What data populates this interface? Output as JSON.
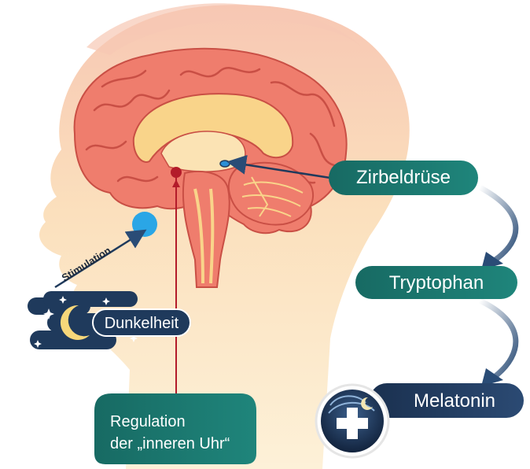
{
  "labels": {
    "pineal": "Zirbeldrüse",
    "tryptophan": "Tryptophan",
    "melatonin": "Melatonin",
    "darkness": "Dunkelheit",
    "stimulation": "Stimulation",
    "regulation_line1": "Regulation",
    "regulation_line2": "der „inneren Uhr“"
  },
  "icons": [
    "moon-stars-icon",
    "sleep-plus-icon"
  ],
  "colors": {
    "teal": "#1d7a72",
    "navy": "#1f3a5c",
    "dark_navy": "#243c63",
    "blue_dot": "#2aa6e6",
    "red_dot": "#b31b2a",
    "brain": "#ef7d6d",
    "head_light": "#fbe6b8",
    "head_warm": "#f6c9a8"
  }
}
